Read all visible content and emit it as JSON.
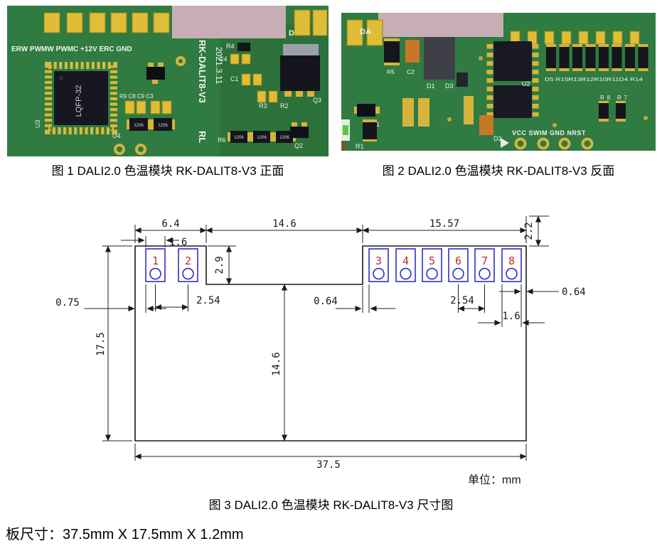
{
  "captions": {
    "fig1": "图 1 DALI2.0 色温模块 RK-DALIT8-V3  正面",
    "fig2": "图 2 DALI2.0 色温模块 RK-DALIT8-V3  反面",
    "fig3": "图 3 DALI2.0 色温模块 RK-DALIT8-V3  尺寸图",
    "board_size": "板尺寸：37.5mm X 17.5mm X 1.2mm"
  },
  "pcb_front": {
    "silkscreen_top": "ERW PWMW PWMC +12V ERC  GND",
    "da": "DA",
    "chip": "LQFP-32",
    "u3": "U3",
    "u4": "U4",
    "model": "RK-DALIT8-V3",
    "date": "2021.3.11",
    "rev": "RL",
    "r4": "R4",
    "c4": "C4",
    "c1": "C1",
    "r3": "R3",
    "r2": "R2",
    "q3": "Q3",
    "q2": "Q2",
    "r6": "R6",
    "caps_row": "R9 C8 C9 C3",
    "res_code": "1206"
  },
  "pcb_back": {
    "da": "DA",
    "r5": "R5",
    "c2": "C2",
    "d1": "D1",
    "d3": "D3",
    "q1": "Q1",
    "r1": "R1",
    "u2": "U2",
    "d2": "D2",
    "res_row": "D5 R15R13R12R10R11D4 R14",
    "r8r7": "R8 R7",
    "silkscreen_bottom": "VCC SWIM GND NRST"
  },
  "drawing": {
    "unit_label": "单位：mm",
    "pads": [
      "1",
      "2",
      "3",
      "4",
      "5",
      "6",
      "7",
      "8"
    ],
    "dims": {
      "left_width": "6.4",
      "pad_width_left": "1.6",
      "mid_width": "14.6",
      "right_width": "15.57",
      "edge_height": "2.2",
      "recess_depth": "2.9",
      "edge_margin": "0.75",
      "pitch_left": "2.54",
      "gap_left": "0.64",
      "pitch_right": "2.54",
      "pad_width_right": "1.6",
      "gap_right": "0.64",
      "total_height": "17.5",
      "mid_height": "14.6",
      "total_width": "37.5"
    }
  }
}
